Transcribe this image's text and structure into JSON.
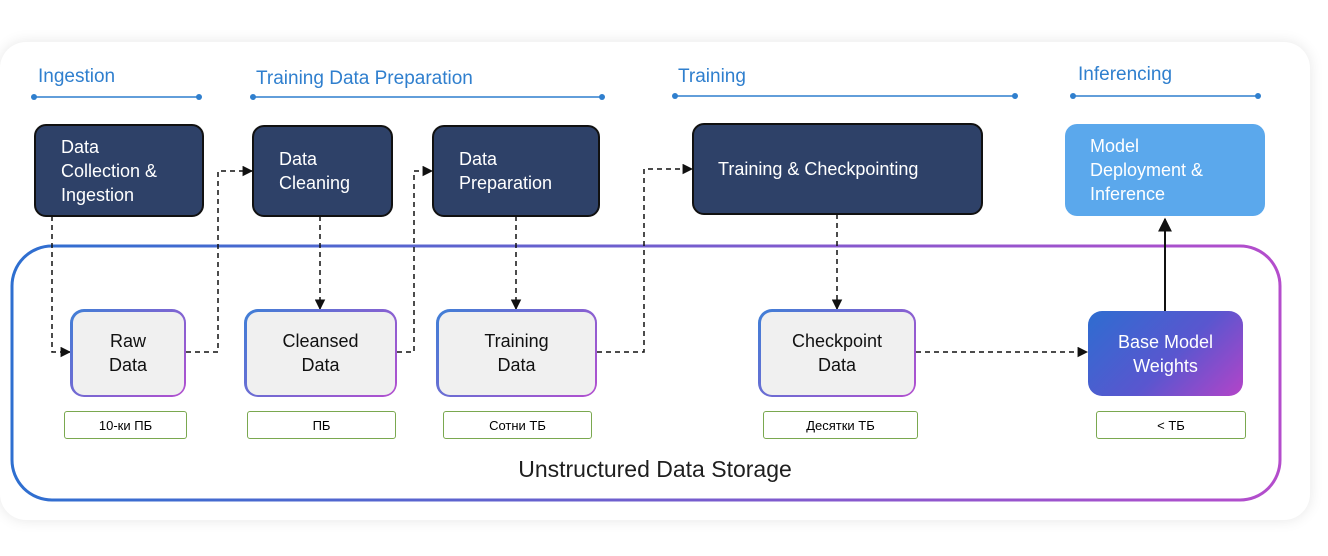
{
  "phases": {
    "ingestion": "Ingestion",
    "training_data_preparation": "Training Data Preparation",
    "training": "Training",
    "inferencing": "Inferencing"
  },
  "processes": {
    "data_collection": "Data\nCollection &\nIngestion",
    "data_cleaning": "Data\nCleaning",
    "data_preparation": "Data\nPreparation",
    "training_checkpointing": "Training & Checkpointing",
    "model_deployment": "Model\nDeployment &\nInference"
  },
  "data_stores": {
    "raw_data": "Raw\nData",
    "cleansed_data": "Cleansed\nData",
    "training_data": "Training\nData",
    "checkpoint_data": "Checkpoint\nData",
    "base_model_weights": "Base Model\nWeights"
  },
  "sizes": {
    "raw_data": "10-ки ПБ",
    "cleansed_data": "ПБ",
    "training_data": "Сотни ТБ",
    "checkpoint_data": "Десятки ТБ",
    "base_model_weights": "< ТБ"
  },
  "storage_label": "Unstructured Data Storage",
  "colors": {
    "phase_text": "#2f7fce",
    "process_box": "#2e4168",
    "inference_box": "#5ba8ec",
    "storage_gradient_start": "#3f7fd6",
    "storage_gradient_end": "#b34fcf",
    "size_border": "#7aa84f"
  }
}
